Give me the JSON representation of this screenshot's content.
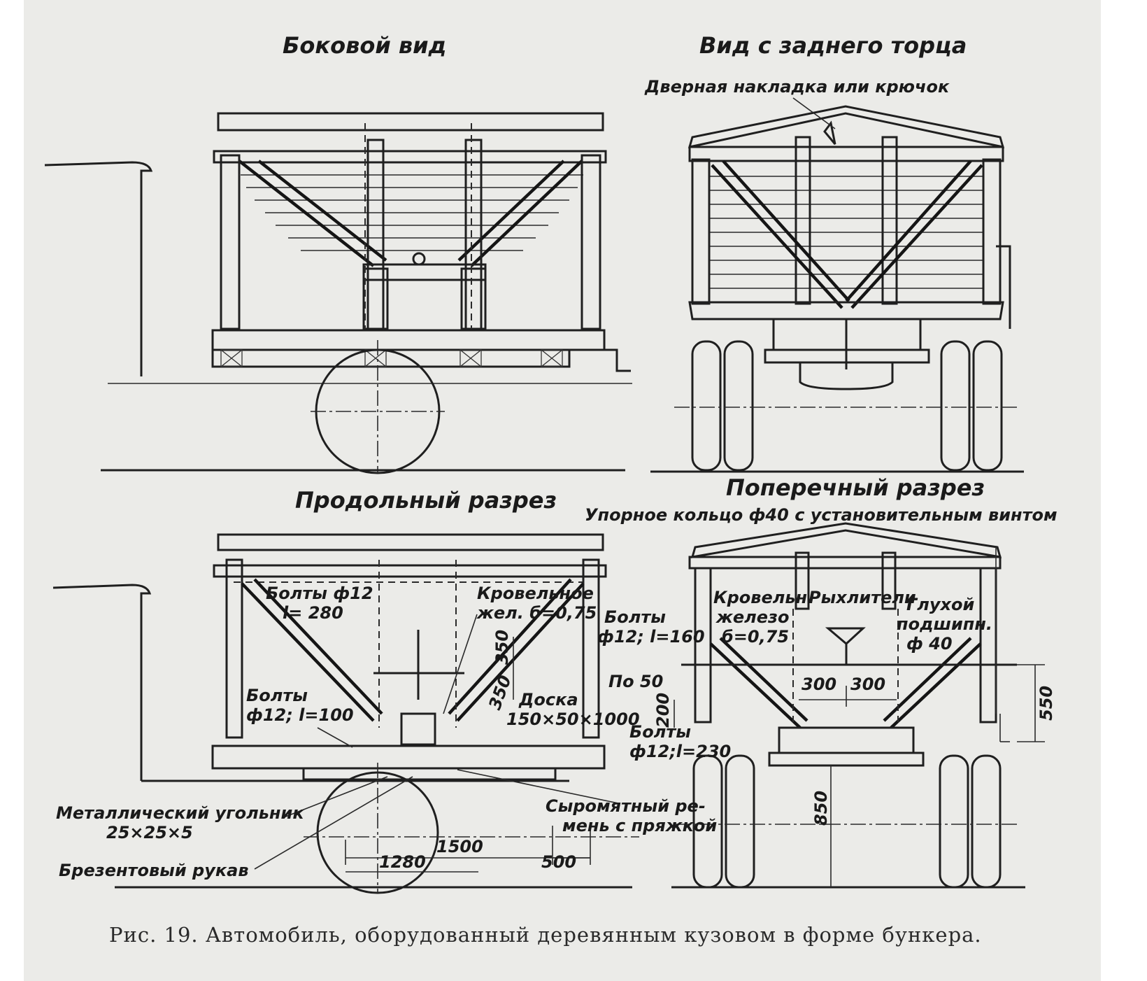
{
  "titles": {
    "side_view": "Боковой вид",
    "rear_view": "Вид с заднего торца",
    "longitudinal_section": "Продольный разрез",
    "cross_section": "Поперечный разрез"
  },
  "notes": {
    "door_latch": "Дверная накладка или крючок",
    "stop_ring": "Упорное кольцо ф40 с установительным винтом",
    "bolts_280_a": "Болты ф12",
    "bolts_280_b": "l= 280",
    "roof_iron_a": "Кровельное",
    "roof_iron_b": "жел. б=0,75",
    "bolts_100_a": "Болты",
    "bolts_100_b": "ф12; l=100",
    "board_a": "Доска",
    "board_b": "150×50×1000",
    "bolts_160_a": "Болты",
    "bolts_160_b": "ф12; l=160",
    "roof_iron2_a": "Кровельн.",
    "roof_iron2_b": "железо",
    "roof_iron2_c": "б=0,75",
    "rippers": "Рыхлители",
    "blind_bearing_a": "Глухой",
    "blind_bearing_b": "подшипн.",
    "blind_bearing_c": "ф 40",
    "bolts_230_a": "Болты",
    "bolts_230_b": "ф12;l=230",
    "angle_iron_a": "Металлический угольник",
    "angle_iron_b": "25×25×5",
    "strap_a": "Сыромятный ре-",
    "strap_b": "мень с пряжкой",
    "tarp_sleeve": "Брезентовый рукав"
  },
  "dimensions": {
    "d350_a": "350",
    "d350_b": "350",
    "d1500": "1500",
    "d1280": "1280",
    "d500": "500",
    "po50": "По 50",
    "d200": "200",
    "d300_a": "300",
    "d300_b": "300",
    "d550": "550",
    "d850": "850"
  },
  "caption": "Рис. 19. Автомобиль, оборудованный деревянным кузовом в форме бункера."
}
